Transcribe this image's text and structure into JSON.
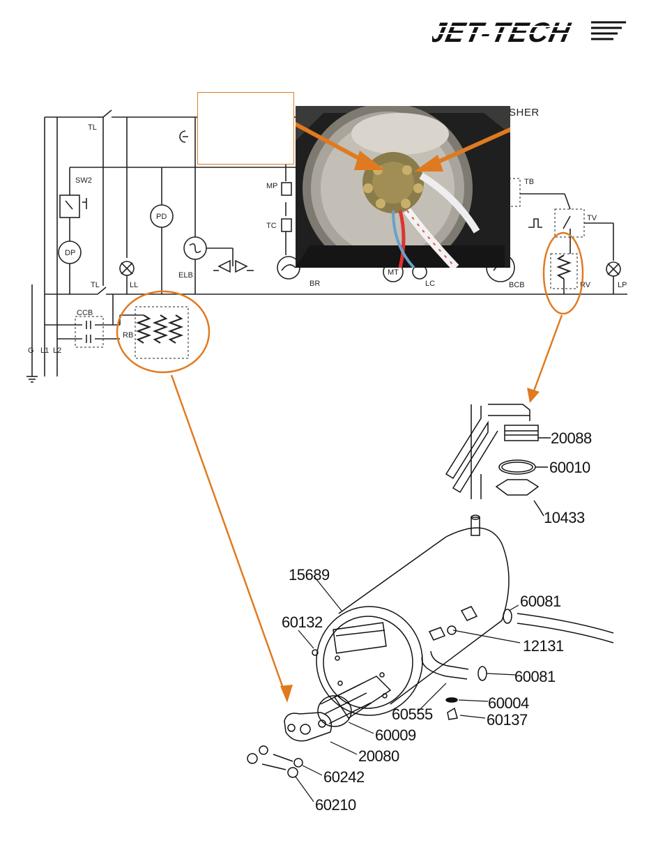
{
  "brand": {
    "logo_text": "JET-TECH",
    "accent_color": "#e07a20"
  },
  "schematic": {
    "labels": {
      "tl_top": "TL",
      "sw2": "SW2",
      "dp": "DP",
      "tl_bottom": "TL",
      "ll": "LL",
      "pd": "PD",
      "elb": "ELB",
      "mp": "MP",
      "tc": "TC",
      "br": "BR",
      "mt": "MT",
      "lc": "LC",
      "bcb": "BCB",
      "tb": "TB",
      "tv": "TV",
      "rv": "RV",
      "lp": "LP",
      "ccb": "CCB",
      "rb": "RB",
      "g": "G",
      "l1": "L1",
      "l2": "L2"
    }
  },
  "photo": {
    "caption_fragment": "SHER"
  },
  "parts": {
    "upper": [
      "20088",
      "60010",
      "10433"
    ],
    "tank": "15689",
    "p60132": "60132",
    "p60081a": "60081",
    "p12131": "12131",
    "p60081b": "60081",
    "p60004": "60004",
    "p60137": "60137",
    "p60555": "60555",
    "p60009": "60009",
    "p20080": "20080",
    "p60242": "60242",
    "p60210": "60210"
  }
}
